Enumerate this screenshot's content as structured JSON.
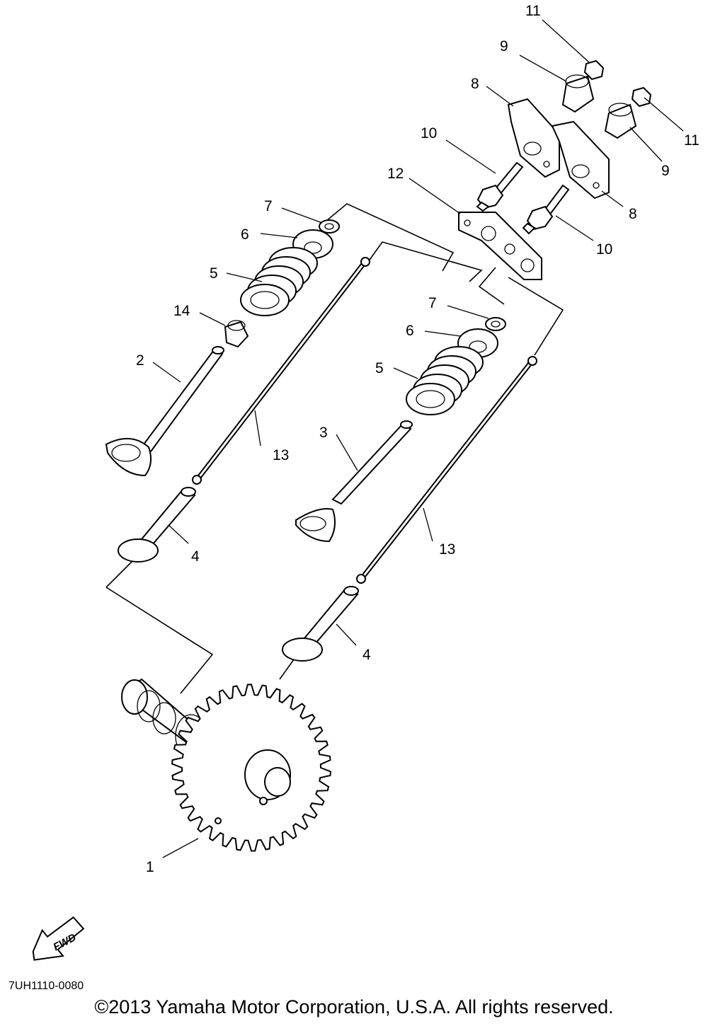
{
  "diagram_code": "7UH1110-0080",
  "copyright": "©2013 Yamaha Motor Corporation, U.S.A. All rights reserved.",
  "fwd_label": "FWD",
  "callouts": {
    "c1": "1",
    "c2": "2",
    "c3": "3",
    "c4a": "4",
    "c4b": "4",
    "c5a": "5",
    "c5b": "5",
    "c6a": "6",
    "c6b": "6",
    "c7a": "7",
    "c7b": "7",
    "c8a": "8",
    "c8b": "8",
    "c9a": "9",
    "c9b": "9",
    "c10a": "10",
    "c10b": "10",
    "c11a": "11",
    "c11b": "11",
    "c12": "12",
    "c13a": "13",
    "c13b": "13",
    "c14": "14"
  }
}
